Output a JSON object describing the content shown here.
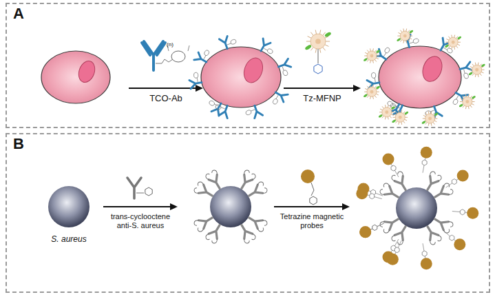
{
  "diagram": {
    "nodes": [
      {
        "text": [
          "A"
        ]
      },
      {
        "text": [
          "B"
        ]
      }
    ],
    "labels": [
      "TCO-Ab",
      "(n)",
      "Tz-MFNP",
      "S. aureus",
      "trans-cyclooctene anti-S. aureus",
      "Tetrazine magnetic probes"
    ]
  }
}
